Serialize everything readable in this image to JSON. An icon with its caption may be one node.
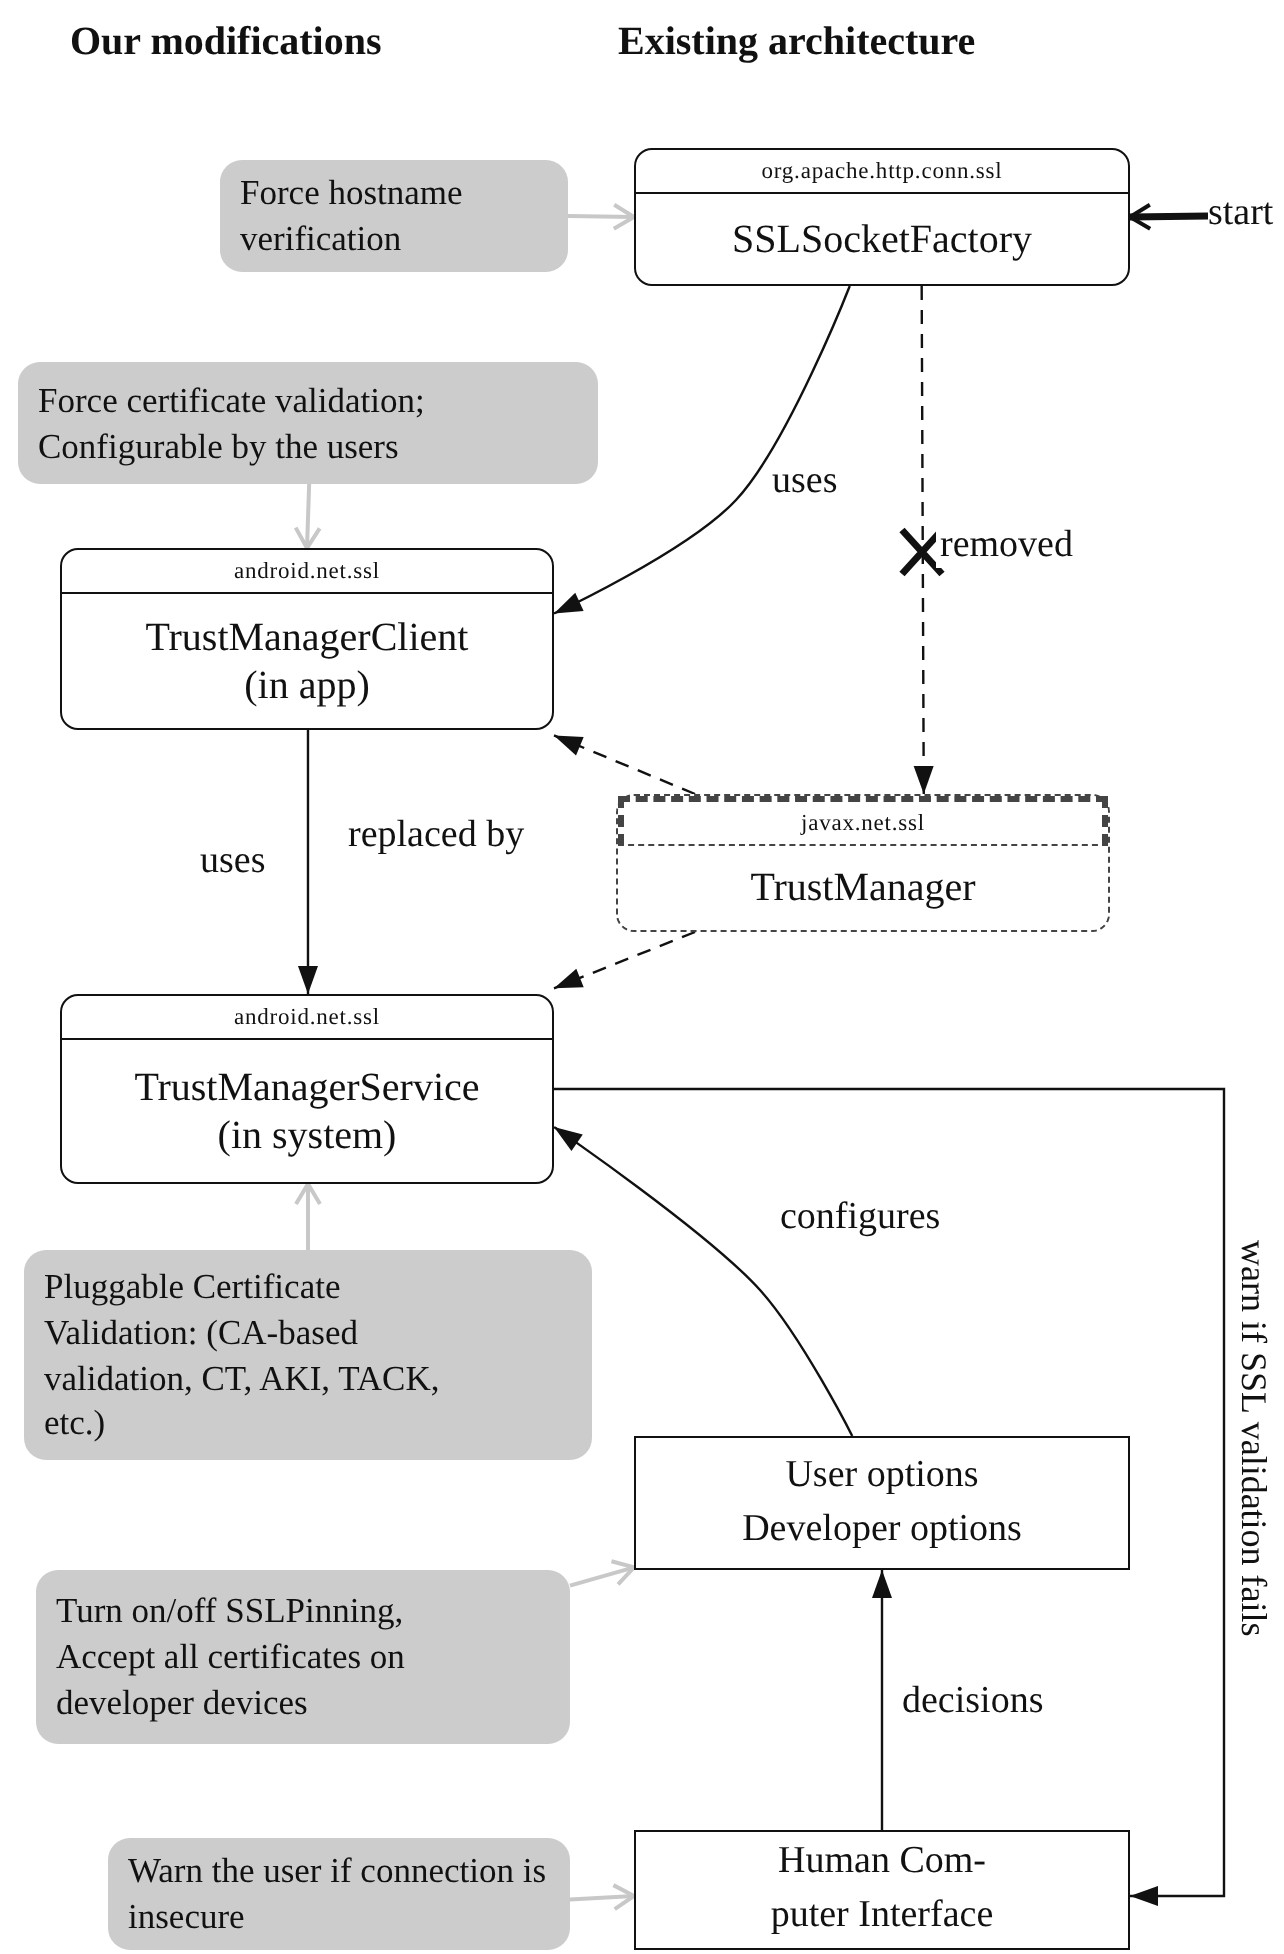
{
  "diagram": {
    "nodes": [
      {
        "text": [
          "Force hostname verification"
        ]
      },
      {
        "text": [
          "org.apache.http.conn.ssl",
          "SSLSocketFactory"
        ]
      },
      {
        "text": [
          "Force certificate validation; Configurable by the users"
        ]
      },
      {
        "text": [
          "android.net.ssl",
          "TrustManagerClient (in app)"
        ]
      },
      {
        "text": [
          "javax.net.ssl",
          "TrustManager"
        ]
      },
      {
        "text": [
          "android.net.ssl",
          "TrustManagerService (in system)"
        ]
      },
      {
        "text": [
          "Pluggable Certificate Validation: (CA-based validation, CT, AKI, TACK, etc.)"
        ]
      },
      {
        "text": [
          "User options",
          "Developer options"
        ]
      },
      {
        "text": [
          "Turn on/off SSLPinning, Accept all certificates on developer devices"
        ]
      },
      {
        "text": [
          "Warn the user if connection is insecure"
        ]
      },
      {
        "text": [
          "Human Com- puter Interface"
        ]
      },
      {
        "text": [
          "start"
        ]
      }
    ],
    "edges": [
      {
        "from": 0,
        "to": 1,
        "arrow": "to",
        "color": "#c8c8c8"
      },
      {
        "from": 11,
        "to": 1,
        "arrow": "to",
        "style": "thick"
      },
      {
        "from": 1,
        "to": 3,
        "arrow": "to",
        "label": "uses"
      },
      {
        "from": 1,
        "to": 4,
        "arrow": "to",
        "label": "removed",
        "style": "dashed"
      },
      {
        "from": 4,
        "to": 3,
        "arrow": "to",
        "style": "dashed"
      },
      {
        "from": 4,
        "to": 5,
        "arrow": "to",
        "style": "dashed"
      },
      {
        "from": 3,
        "to": 5,
        "arrow": "to",
        "label": "uses"
      },
      {
        "from": 2,
        "to": 3,
        "arrow": "to",
        "color": "#c8c8c8"
      },
      {
        "from": 6,
        "to": 5,
        "arrow": "to",
        "color": "#c8c8c8"
      },
      {
        "from": 7,
        "to": 5,
        "arrow": "to",
        "label": "configures"
      },
      {
        "from": 8,
        "to": 7,
        "arrow": "to",
        "color": "#c8c8c8"
      },
      {
        "from": 10,
        "to": 7,
        "arrow": "to",
        "label": "decisions"
      },
      {
        "from": 5,
        "to": 10,
        "arrow": "to",
        "label": "warn if SSL validation fails"
      },
      {
        "from": 9,
        "to": 10,
        "arrow": "to",
        "color": "#c8c8c8"
      }
    ],
    "labels": [
      "Our modifications",
      "Existing architecture",
      "replaced by"
    ]
  }
}
